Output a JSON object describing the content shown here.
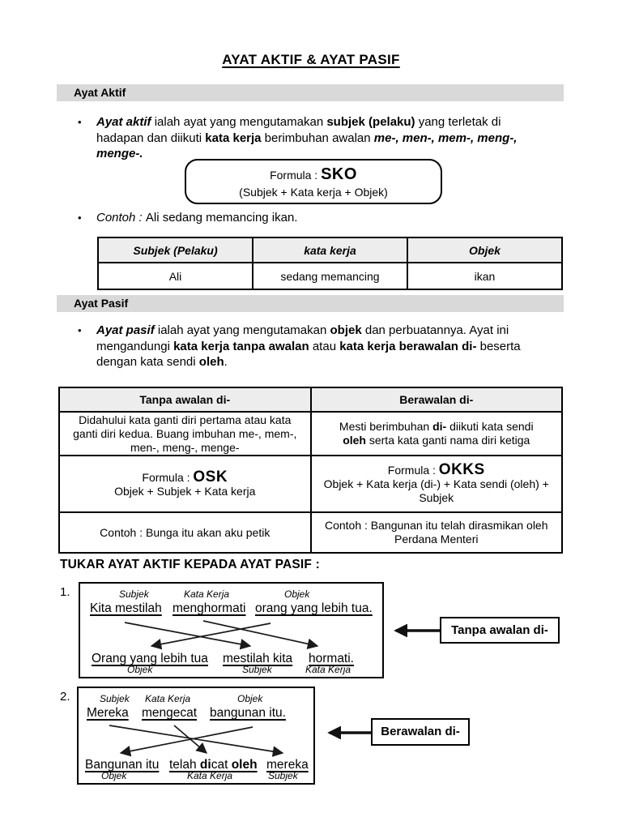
{
  "glyphs": {
    "bullet": "•"
  },
  "title": "AYAT AKTIF & AYAT PASIF",
  "aktif": {
    "section_label": "Ayat Aktif",
    "definition": {
      "s0": "Ayat aktif ",
      "s1": "ialah ayat yang mengutamakan ",
      "s2": "subjek (pelaku)",
      "s3": " yang terletak di hadapan dan diikuti ",
      "s4": "kata kerja",
      "s5": " berimbuhan awalan ",
      "s6": "me-, men-, mem-, meng-, menge-."
    },
    "formula": {
      "label": "Formula : ",
      "code": "SKO",
      "expansion": "(Subjek  +  Kata kerja  +  Objek)"
    },
    "contoh": {
      "label": "Contoh : ",
      "text": "Ali sedang memancing ikan."
    },
    "table": {
      "headers": [
        "Subjek (Pelaku)",
        "kata kerja",
        "Objek"
      ],
      "row": [
        "Ali",
        "sedang memancing",
        "ikan"
      ]
    }
  },
  "pasif": {
    "section_label": "Ayat Pasif",
    "definition": {
      "s0": "Ayat pasif ",
      "s1": "ialah ayat yang mengutamakan ",
      "s2": "objek",
      "s3": " dan perbuatannya. Ayat ini mengandungi ",
      "s4": "kata kerja tanpa awalan",
      "s5": " atau ",
      "s6": "kata kerja berawalan di-",
      "s7": " beserta dengan kata sendi ",
      "s8": "oleh",
      "s9": "."
    },
    "table": {
      "headers": [
        "Tanpa awalan di-",
        "Berawalan di-"
      ],
      "row1": {
        "left": "Didahului kata ganti diri pertama atau kata ganti diri kedua. Buang imbuhan me-, mem-, men-, meng-, menge-",
        "right": {
          "s0": "Mesti berimbuhan ",
          "s1": "di-",
          "s2": " diikuti kata sendi ",
          "s3": "oleh",
          "s4": " serta kata ganti nama diri ketiga"
        }
      },
      "row2": {
        "left": {
          "label": "Formula : ",
          "code": "OSK",
          "expansion": "Objek + Subjek + Kata kerja"
        },
        "right": {
          "label": "Formula : ",
          "code": "OKKS",
          "expansion": "Objek + Kata kerja (di-) + Kata sendi (oleh) + Subjek"
        }
      },
      "row3": {
        "left": "Contoh : Bunga itu akan aku petik",
        "right": "Contoh : Bangunan itu telah dirasmikan oleh Perdana Menteri"
      }
    }
  },
  "tukar": {
    "heading": "TUKAR AYAT AKTIF KEPADA AYAT PASIF :",
    "ex1": {
      "number": "1.",
      "top_labels": [
        "Subjek",
        "Kata Kerja",
        "Objek"
      ],
      "top": [
        "Kita mestilah",
        "menghormati",
        "orang yang lebih tua."
      ],
      "bottom": [
        "Orang yang lebih tua",
        "mestilah kita",
        "hormati."
      ],
      "bottom_labels": [
        "Objek",
        "Subjek",
        "Kata Kerja"
      ],
      "callout": "Tanpa awalan di-"
    },
    "ex2": {
      "number": "2.",
      "top_labels": [
        "Subjek",
        "Kata Kerja",
        "Objek"
      ],
      "top": [
        "Mereka",
        "mengecat",
        "bangunan itu."
      ],
      "bottom_first": "Bangunan itu",
      "bottom_mid": {
        "s0": "telah ",
        "s1": "di",
        "s2": "cat ",
        "s3": "oleh"
      },
      "bottom_last": "mereka",
      "bottom_labels": [
        "Objek",
        "Kata Kerja",
        "Subjek"
      ],
      "callout": "Berawalan di-"
    }
  }
}
